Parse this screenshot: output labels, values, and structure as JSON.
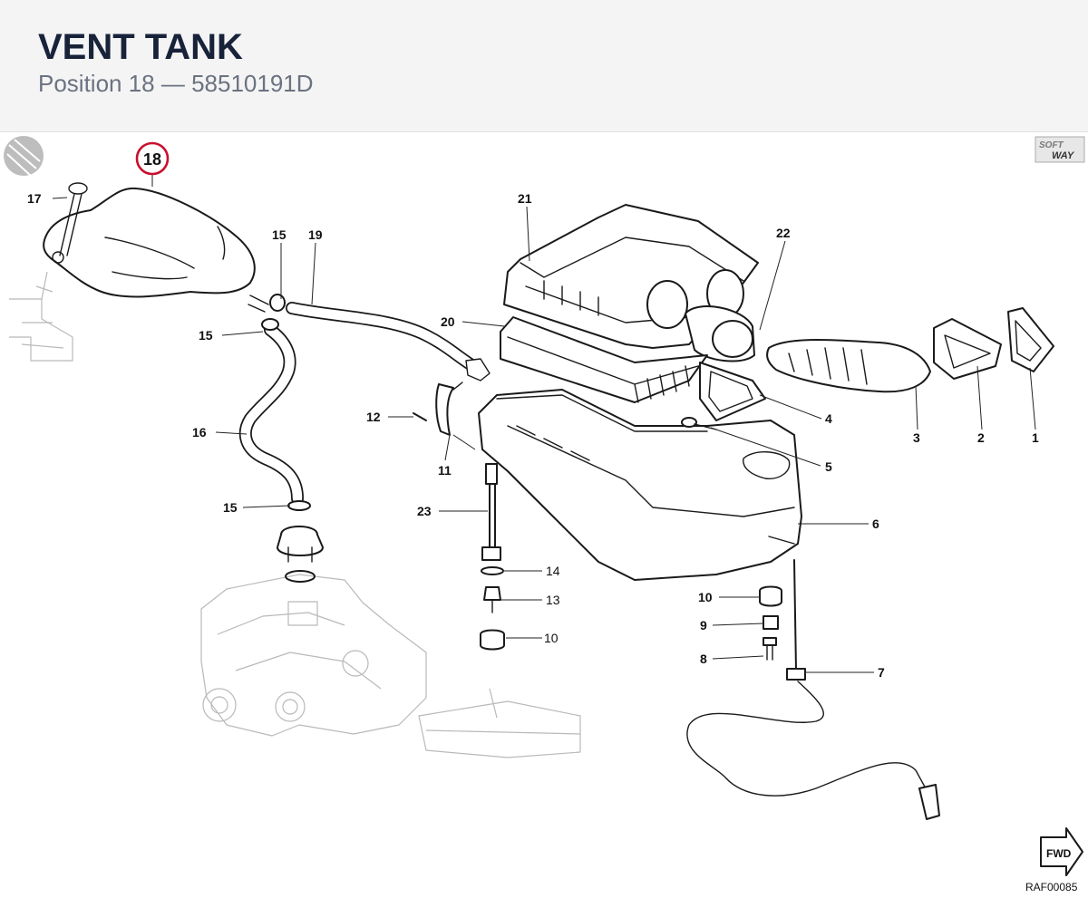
{
  "header": {
    "title": "VENT TANK",
    "subtitle": "Position 18 — 58510191D"
  },
  "diagram": {
    "highlight_callout": "18",
    "highlight_color": "#c8102e",
    "reference_code": "RAF00085",
    "brand_logo": "SOFT WAY",
    "fwd_label": "FWD",
    "callouts": {
      "c1": "1",
      "c2": "2",
      "c3": "3",
      "c4": "4",
      "c5": "5",
      "c6": "6",
      "c7": "7",
      "c8": "8",
      "c9": "9",
      "c10a": "10",
      "c10b": "10",
      "c11": "11",
      "c12": "12",
      "c13": "13",
      "c14": "14",
      "c15a": "15",
      "c15b": "15",
      "c15c": "15",
      "c16": "16",
      "c17": "17",
      "c19": "19",
      "c20": "20",
      "c21": "21",
      "c22": "22",
      "c23": "23"
    }
  }
}
